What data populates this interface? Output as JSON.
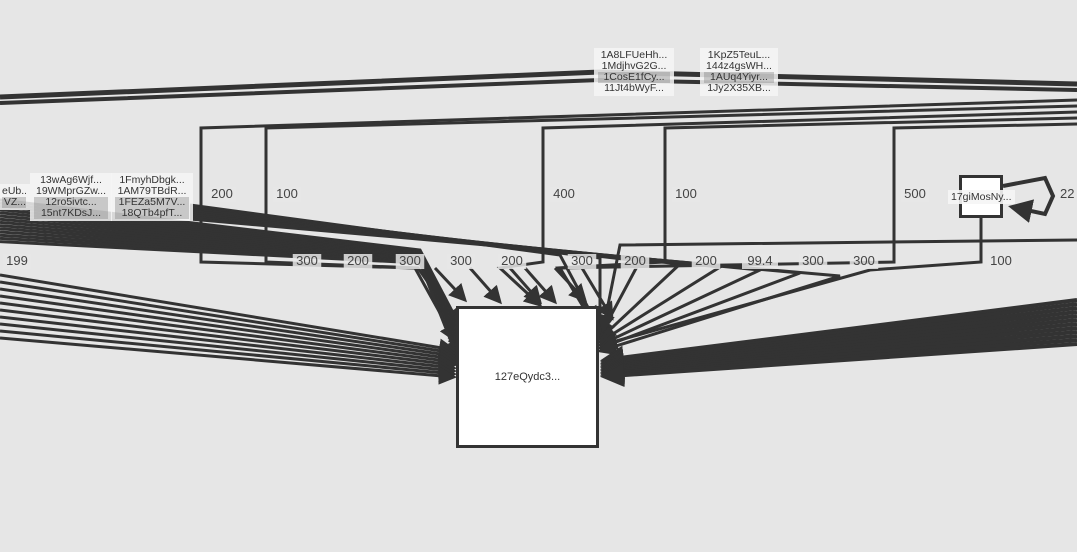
{
  "nodes": {
    "main": {
      "label": "127eQydc3..."
    },
    "self_loop": {
      "label": "17giMosNy...",
      "loop_value": "22"
    }
  },
  "address_groups": {
    "top_a": [
      "1A8LFUeHh...",
      "1MdjhvG2G...",
      "1CosE1fCy...",
      "11Jt4bWyF..."
    ],
    "top_b": [
      "1KpZ5TeuL...",
      "144z4gsWH...",
      "1AUq4Yiyr...",
      "1Jy2X35XB..."
    ],
    "left_a": [
      "13wAg6Wjf...",
      "19WMprGZw...",
      "12ro5ivtc...",
      "15nt7KDsJ..."
    ],
    "left_b": [
      "1FmyhDbgk...",
      "1AM79TBdR...",
      "1FEZa5M7V...",
      "18QTb4pfT..."
    ],
    "left_edge": [
      "eUb...",
      "VZ..."
    ]
  },
  "edge_labels": {
    "upper": [
      "200",
      "100",
      "400",
      "100",
      "500"
    ],
    "lower": [
      "199",
      "300",
      "200",
      "300",
      "300",
      "200",
      "300",
      "200",
      "200",
      "99.4",
      "300",
      "300",
      "100"
    ]
  },
  "colors": {
    "background": "#e6e6e6",
    "edge": "#333333",
    "node_fill": "#ffffff"
  }
}
